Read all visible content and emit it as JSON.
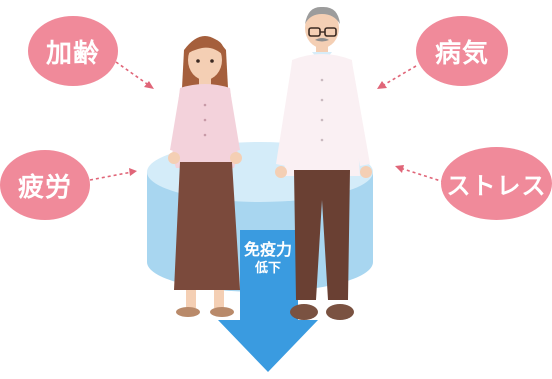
{
  "factors": {
    "aging": "加齢",
    "fatigue": "疲労",
    "illness": "病気",
    "stress": "ストレス"
  },
  "arrow": {
    "line1": "免疫力",
    "line2": "低下"
  },
  "colors": {
    "bubble": "#f08a9a",
    "dashed_arrow": "#e06578",
    "cylinder_side": "#a8d6f0",
    "cylinder_top": "#d4ecf9",
    "down_arrow": "#3a9be0"
  }
}
